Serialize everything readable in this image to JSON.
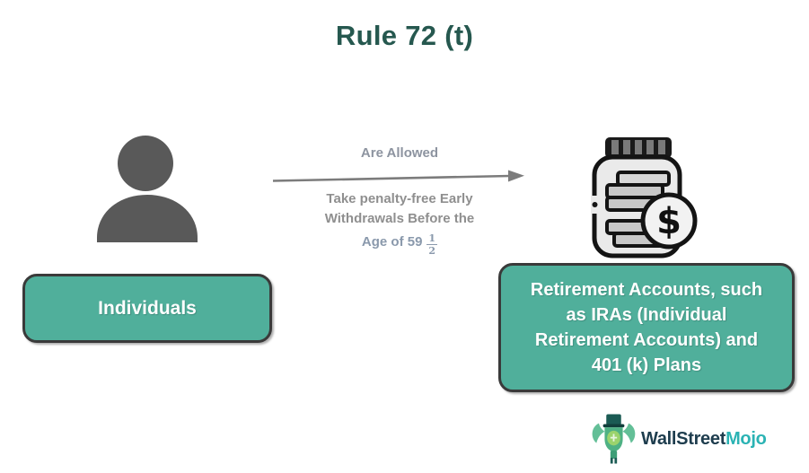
{
  "title": "Rule 72 (t)",
  "flow": {
    "arrow_top_label": "Are Allowed",
    "arrow_bottom_lines": [
      "Take penalty-free Early",
      "Withdrawals Before the"
    ],
    "age_line_prefix": "Age of 59",
    "fraction_numerator": "1",
    "fraction_denominator": "2"
  },
  "left_node": {
    "label": "Individuals"
  },
  "right_node": {
    "lines": [
      "Retirement Accounts, such",
      "as IRAs (Individual",
      "Retirement Accounts) and",
      "401 (k) Plans"
    ],
    "jar_dollar_sign": "$"
  },
  "logo": {
    "brand_part1": "WallStreet",
    "brand_part2": "Mojo"
  },
  "colors": {
    "title_text": "#26584F",
    "node_fill": "#50AF9B",
    "node_border": "#3A3A3A",
    "node_text": "#FFFFFF",
    "arrow_gray": "#7C7C7C",
    "label_gray": "#8F8F8F",
    "age_line_gray_blue": "#8A99AC",
    "person_icon_gray": "#595959",
    "logo_dark": "#1E3D4E",
    "logo_teal": "#2BB3B4"
  }
}
